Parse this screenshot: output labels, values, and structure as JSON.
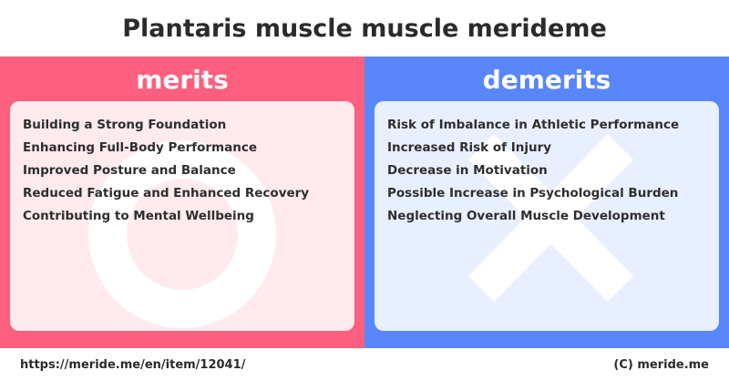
{
  "title": "Plantaris muscle muscle merideme",
  "merits": {
    "header": "merits",
    "items": [
      "Building a Strong Foundation",
      "Enhancing Full-Body Performance",
      "Improved Posture and Balance",
      "Reduced Fatigue and Enhanced Recovery",
      "Contributing to Mental Wellbeing"
    ],
    "color": "#fe5f7e",
    "watermark_icon": "circle-icon"
  },
  "demerits": {
    "header": "demerits",
    "items": [
      "Risk of Imbalance in Athletic Performance",
      "Increased Risk of Injury",
      "Decrease in Motivation",
      "Possible Increase in Psychological Burden",
      "Neglecting Overall Muscle Development"
    ],
    "color": "#5a86fb",
    "watermark_icon": "cross-icon"
  },
  "footer": {
    "url": "https://meride.me/en/item/12041/",
    "copyright": "(C) meride.me"
  }
}
